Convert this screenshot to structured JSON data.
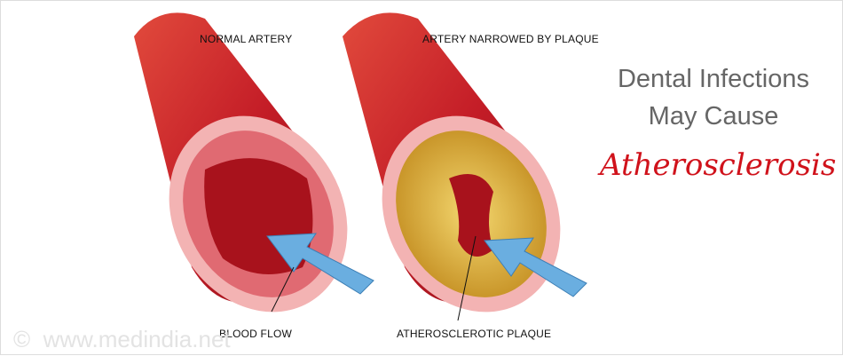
{
  "labels": {
    "normal_artery": "NORMAL ARTERY",
    "narrowed_artery": "ARTERY NARROWED BY PLAQUE",
    "blood_flow": "BLOOD FLOW",
    "plaque": "ATHEROSCLEROTIC PLAQUE"
  },
  "headline": {
    "line1": "Dental Infections",
    "line2": "May Cause",
    "line3": "Atherosclerosis"
  },
  "watermark": {
    "symbol": "©",
    "text": "www.medindia.net"
  },
  "colors": {
    "artery": "#c8202a",
    "lumen": "#e88a90",
    "plaque": "#d9b43a",
    "arrow": "#6aaee0",
    "accent": "#d0121b"
  }
}
